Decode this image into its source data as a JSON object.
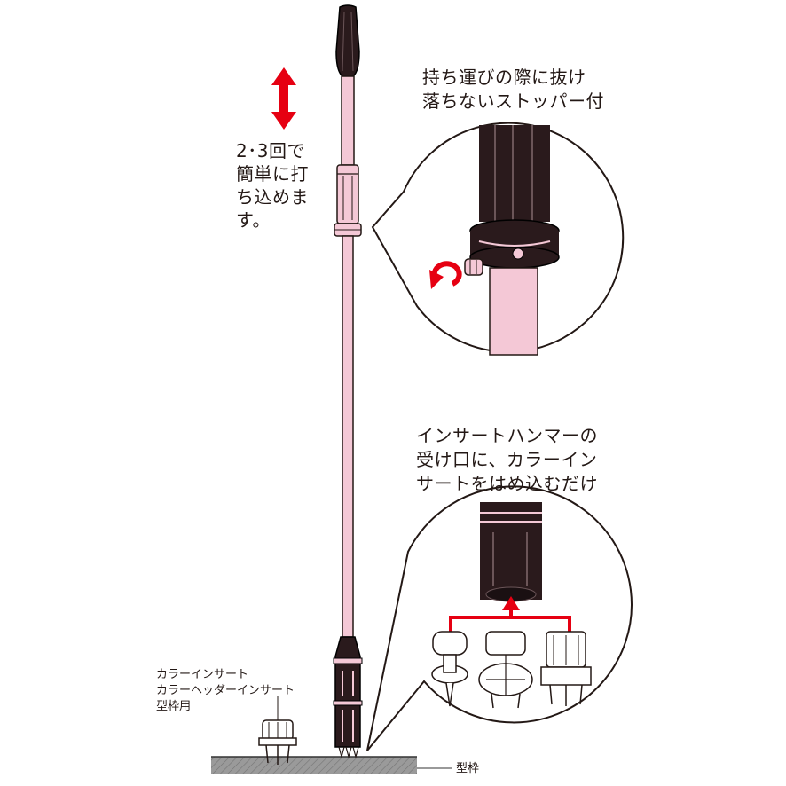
{
  "labels": {
    "strike_note": [
      "2･3回で",
      "簡単に打",
      "ち込めま",
      "す。"
    ],
    "stopper_caption": [
      "持ち運びの際に抜け",
      "落ちないストッパー付"
    ],
    "insert_caption": [
      "インサートハンマーの",
      "受け口に、カラーイン",
      "サートをはめ込むだけ"
    ],
    "insert_types": [
      "カラーインサート",
      "カラーヘッダーインサート",
      "型枠用"
    ],
    "formwork": "型枠"
  },
  "colors": {
    "pipe": "#f4c8d6",
    "dark": "#2a1a1c",
    "arrow": "#e60012",
    "ground": "#8c8c8c"
  }
}
